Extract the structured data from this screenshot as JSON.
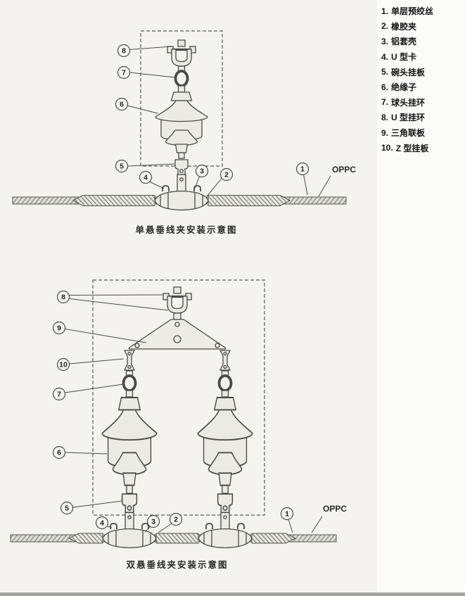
{
  "legend": {
    "items": [
      {
        "num": "1.",
        "label": "单层预绞丝"
      },
      {
        "num": "2.",
        "label": "橡胶夹"
      },
      {
        "num": "3.",
        "label": "铝套壳"
      },
      {
        "num": "4.",
        "label": "U 型卡"
      },
      {
        "num": "5.",
        "label": "碗头挂板"
      },
      {
        "num": "6.",
        "label": "绝缘子"
      },
      {
        "num": "7.",
        "label": "球头挂环"
      },
      {
        "num": "8.",
        "label": "U 型挂环"
      },
      {
        "num": "9.",
        "label": "三角联板"
      },
      {
        "num": "10.",
        "label": "Z 型挂板"
      }
    ]
  },
  "diagram_single": {
    "caption": "单悬垂线夹安装示意图",
    "cable_label": "OPPC",
    "callouts": {
      "c1": "1",
      "c2": "2",
      "c3": "3",
      "c4": "4",
      "c5": "5",
      "c6": "6",
      "c7": "7",
      "c8": "8"
    }
  },
  "diagram_double": {
    "caption": "双悬垂线夹安装示意图",
    "cable_label": "OPPC",
    "callouts": {
      "c1": "1",
      "c2": "2",
      "c3": "3",
      "c4": "4",
      "c5": "5",
      "c6": "6",
      "c7": "7",
      "c8": "8",
      "c9": "9",
      "c10": "10"
    }
  },
  "colors": {
    "background": "#f4f3f0",
    "line": "#4b4a47",
    "fitting_fill": "#eceae5"
  }
}
